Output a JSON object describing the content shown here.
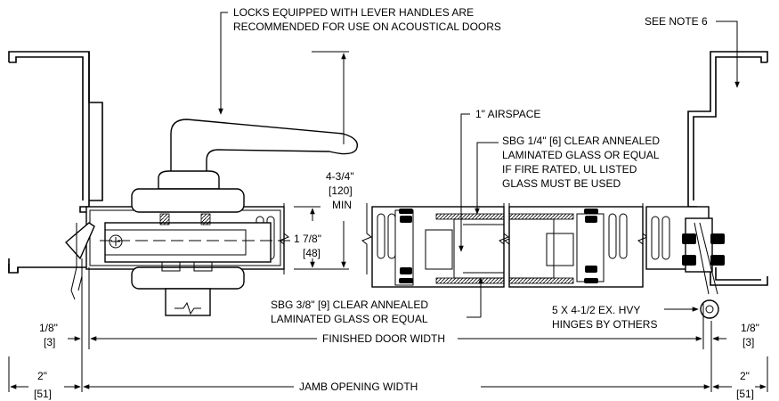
{
  "notes": {
    "lock_note_line1": "LOCKS EQUIPPED WITH LEVER HANDLES ARE",
    "lock_note_line2": "RECOMMENDED FOR USE ON ACOUSTICAL DOORS",
    "see_note": "SEE NOTE 6",
    "airspace": "1\" AIRSPACE",
    "glass_quarter_line1": "SBG 1/4\" [6] CLEAR ANNEALED",
    "glass_quarter_line2": "LAMINATED GLASS OR EQUAL",
    "glass_quarter_line3": "IF FIRE RATED, UL LISTED",
    "glass_quarter_line4": "GLASS MUST BE USED",
    "glass_38_line1": "SBG 3/8\" [9] CLEAR ANNEALED",
    "glass_38_line2": "LAMINATED GLASS OR EQUAL",
    "hinge_line1": "5 X 4-1/2 EX. HVY",
    "hinge_line2": "HINGES BY OTHERS"
  },
  "dimensions": {
    "height_a": "4-3/4\"",
    "height_a_metric": "[120]",
    "height_a_qual": "MIN",
    "thickness": "1 7/8\"",
    "thickness_metric": "[48]",
    "gap_left": "1/8\"",
    "gap_left_metric": "[3]",
    "gap_right": "1/8\"",
    "gap_right_metric": "[3]",
    "finished_width": "FINISHED DOOR WIDTH",
    "jamb_left": "2\"",
    "jamb_left_metric": "[51]",
    "jamb_right": "2\"",
    "jamb_right_metric": "[51]",
    "jamb_opening": "JAMB OPENING WIDTH"
  }
}
